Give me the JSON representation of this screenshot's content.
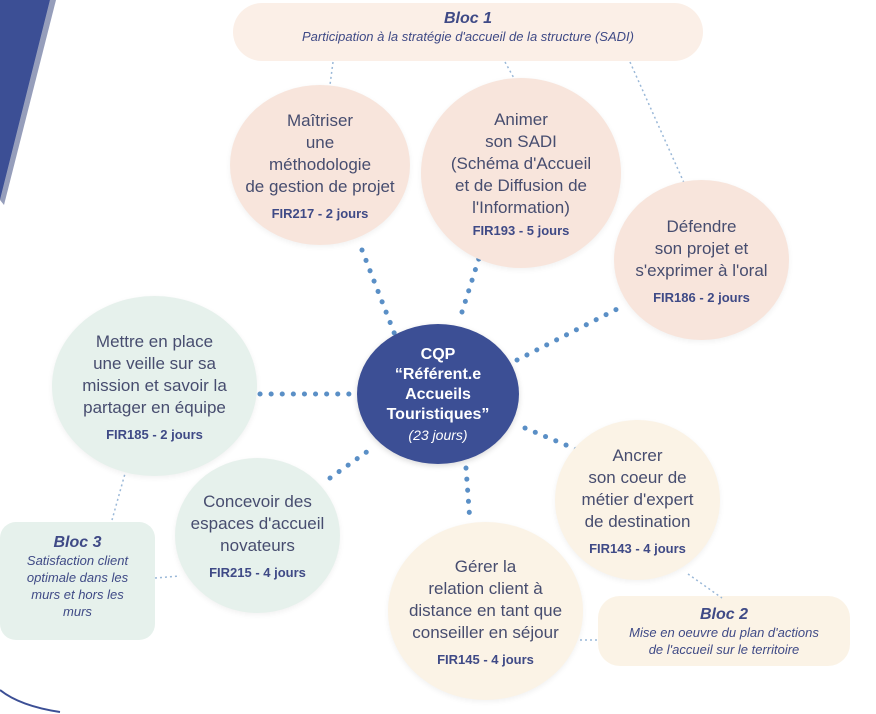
{
  "colors": {
    "center": "#3c4f95",
    "accent": "#3f4a86",
    "text": "#474d6f",
    "peach": "#f8e5dc",
    "mint": "#e6f1ec",
    "cream": "#fbf3e6",
    "dots": "#5a8fc6"
  },
  "center": {
    "line1": "CQP",
    "line2": "“Référent.e",
    "line3": "Accueils",
    "line4": "Touristiques”",
    "duration": "(23 jours)"
  },
  "blocs": {
    "bloc1": {
      "title": "Bloc 1",
      "desc": "Participation à la stratégie d'accueil de la structure (SADI)"
    },
    "bloc2": {
      "title": "Bloc 2",
      "desc1": "Mise en oeuvre du plan d'actions",
      "desc2": "de l'accueil sur le territoire"
    },
    "bloc3": {
      "title": "Bloc 3",
      "desc1": "Satisfaction client",
      "desc2": "optimale dans les",
      "desc3": "murs et hors les",
      "desc4": "murs"
    }
  },
  "modules": {
    "fir217": {
      "l1": "Maîtriser",
      "l2": "une",
      "l3": "méthodologie",
      "l4": "de gestion de projet",
      "code": "FIR217 - 2 jours"
    },
    "fir193": {
      "l1": "Animer",
      "l2": "son SADI",
      "l3": "(Schéma d'Accueil",
      "l4": "et de Diffusion de",
      "l5": "l'Information)",
      "code": "FIR193 - 5 jours"
    },
    "fir186": {
      "l1": "Défendre",
      "l2": "son projet et",
      "l3": "s'exprimer à l'oral",
      "code": "FIR186 - 2 jours"
    },
    "fir185": {
      "l1": "Mettre en place",
      "l2": "une veille sur sa",
      "l3": "mission et savoir la",
      "l4": "partager en équipe",
      "code": "FIR185 - 2 jours"
    },
    "fir215": {
      "l1": "Concevoir des",
      "l2": "espaces d'accueil",
      "l3": "novateurs",
      "code": "FIR215 - 4 jours"
    },
    "fir145": {
      "l1": "Gérer la",
      "l2": "relation client à",
      "l3": "distance en tant que",
      "l4": "conseiller en séjour",
      "code": "FIR145 - 4 jours"
    },
    "fir143": {
      "l1": "Ancrer",
      "l2": "son coeur de",
      "l3": "métier d'expert",
      "l4": "de destination",
      "code": "FIR143 - 4 jours"
    }
  }
}
